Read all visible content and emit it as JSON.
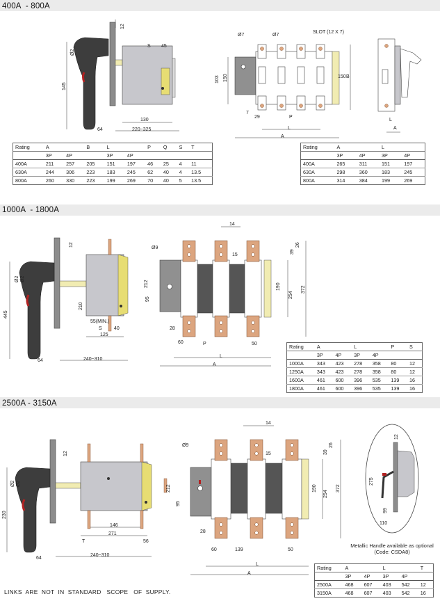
{
  "sections": [
    {
      "title": "400A  - 800A"
    },
    {
      "title": "1000A  - 1800A"
    },
    {
      "title": "2500A - 3150A"
    }
  ],
  "dims": {
    "s1": [
      "12",
      "S",
      "45",
      "Ø2",
      "145",
      "64",
      "220~325",
      "130",
      "Ø7",
      "Ø7",
      "SLOT (12 X 7)",
      "103",
      "150",
      "150",
      "B",
      "7",
      "29",
      "P",
      "L",
      "A",
      "A",
      "L"
    ],
    "s2": [
      "12",
      "Ø2",
      "Ø2",
      "445",
      "210",
      "55(MIN.)",
      "S",
      "40",
      "125",
      "64",
      "240~310",
      "212",
      "Ø9",
      "14",
      "95",
      "15",
      "39",
      "26",
      "28",
      "190",
      "254",
      "372",
      "60",
      "P",
      "50",
      "L",
      "A"
    ],
    "s3": [
      "12",
      "Ø2",
      "Ø2",
      "230",
      "146",
      "271",
      "T",
      "56",
      "64",
      "240~310",
      "212",
      "Ø9",
      "14",
      "95",
      "15",
      "39",
      "26",
      "28",
      "190",
      "254",
      "372",
      "60",
      "139",
      "50",
      "L",
      "A",
      "12",
      "275",
      "99",
      "110"
    ]
  },
  "table1_left": {
    "groups": [
      "Rating",
      "A",
      "B",
      "L",
      "P",
      "Q",
      "S",
      "T"
    ],
    "sub": [
      "",
      "3P",
      "4P",
      "",
      "3P",
      "4P",
      "",
      "",
      "",
      ""
    ],
    "rows": [
      [
        "400A",
        "211",
        "257",
        "205",
        "151",
        "197",
        "46",
        "25",
        "4",
        "11"
      ],
      [
        "630A",
        "244",
        "306",
        "223",
        "183",
        "245",
        "62",
        "40",
        "4",
        "13.5"
      ],
      [
        "800A",
        "260",
        "330",
        "223",
        "199",
        "269",
        "70",
        "40",
        "5",
        "13.5"
      ]
    ]
  },
  "table1_right": {
    "groups": [
      "Rating",
      "A",
      "L"
    ],
    "sub": [
      "",
      "3P",
      "4P",
      "3P",
      "4P"
    ],
    "rows": [
      [
        "400A",
        "265",
        "311",
        "151",
        "197"
      ],
      [
        "630A",
        "298",
        "360",
        "183",
        "245"
      ],
      [
        "800A",
        "314",
        "384",
        "199",
        "269"
      ]
    ]
  },
  "table2": {
    "groups": [
      "Rating",
      "A",
      "L",
      "P",
      "S"
    ],
    "sub": [
      "",
      "3P",
      "4P",
      "3P",
      "4P",
      "",
      ""
    ],
    "rows": [
      [
        "1000A",
        "343",
        "423",
        "278",
        "358",
        "80",
        "12"
      ],
      [
        "1250A",
        "343",
        "423",
        "278",
        "358",
        "80",
        "12"
      ],
      [
        "1600A",
        "461",
        "600",
        "396",
        "535",
        "139",
        "16"
      ],
      [
        "1800A",
        "461",
        "600",
        "396",
        "535",
        "139",
        "16"
      ]
    ]
  },
  "table3": {
    "groups": [
      "Rating",
      "A",
      "L",
      "T"
    ],
    "sub": [
      "",
      "3P",
      "4P",
      "3P",
      "4P",
      ""
    ],
    "rows": [
      [
        "2500A",
        "468",
        "607",
        "403",
        "542",
        "12"
      ],
      [
        "3150A",
        "468",
        "607",
        "403",
        "542",
        "16"
      ]
    ]
  },
  "metal_note": "Metallic Handle available as optional (Code: CSDA8)",
  "footer": "LINKS  ARE  NOT  IN  STANDARD   SCOPE   OF  SUPPLY.",
  "colors": {
    "band": "#ebebeb",
    "copper": "#dca57f",
    "switch_body": "#c7c7cc",
    "handle": "#3d3d3d",
    "handle_red": "#b22222",
    "cover_yellow": "#f1ecb2",
    "grey_plate": "#909090"
  }
}
